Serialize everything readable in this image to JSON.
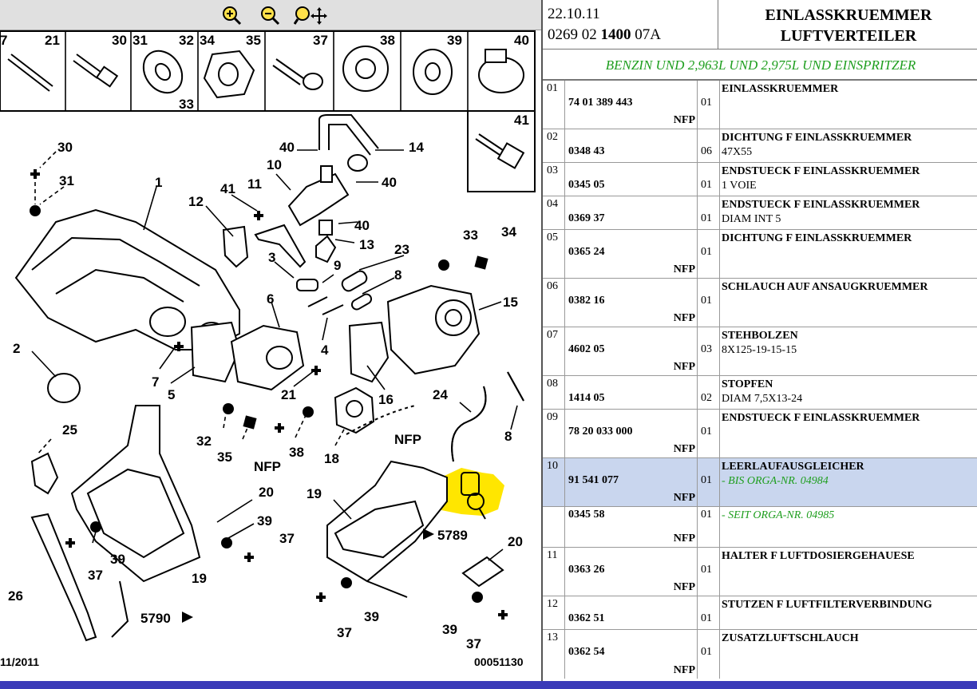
{
  "toolbar": {
    "zoom_in_icon": "zoom-in-icon",
    "zoom_out_icon": "zoom-out-icon",
    "pan_icon": "zoom-move-icon"
  },
  "diagram": {
    "callouts_top": [
      "7",
      "21",
      "30",
      "31",
      "32",
      "34",
      "35",
      "37",
      "38",
      "39",
      "40",
      "33",
      "41"
    ],
    "callouts_main": [
      "30",
      "31",
      "1",
      "12",
      "41",
      "11",
      "40",
      "10",
      "14",
      "40",
      "40",
      "13",
      "23",
      "33",
      "34",
      "3",
      "9",
      "8",
      "15",
      "6",
      "2",
      "7",
      "5",
      "4",
      "21",
      "16",
      "24",
      "8",
      "25",
      "32",
      "35",
      "NFP",
      "38",
      "18",
      "NFP",
      "20",
      "19",
      "39",
      "37",
      "39",
      "37",
      "19",
      "5789",
      "20",
      "26",
      "5790",
      "37",
      "39",
      "39",
      "37"
    ],
    "footer_left": "11/2011",
    "footer_right": "00051130",
    "ref_5789": "5789",
    "ref_5790": "5790",
    "highlight_color": "#ffe600"
  },
  "header": {
    "date": "22.10.11",
    "code_a": "0269 02",
    "code_b": "1400",
    "code_c": "07A",
    "title_line1": "EINLASSKRUEMMER",
    "title_line2": "LUFTVERTEILER"
  },
  "subtitle": "BENZIN UND 2,963L UND 2,975L UND EINSPRITZER",
  "parts": [
    {
      "idx": "01",
      "ref": "74 01 389 443",
      "nfp": "NFP",
      "qty": "01",
      "name": "EINLASSKRUEMMER",
      "sub": ""
    },
    {
      "idx": "02",
      "ref": "0348 43",
      "nfp": "",
      "qty": "06",
      "name": "DICHTUNG F EINLASSKRUEMMER",
      "sub": "47X55"
    },
    {
      "idx": "03",
      "ref": "0345 05",
      "nfp": "",
      "qty": "01",
      "name": "ENDSTUECK F EINLASSKRUEMMER",
      "sub": "1 VOIE"
    },
    {
      "idx": "04",
      "ref": "0369 37",
      "nfp": "",
      "qty": "01",
      "name": "ENDSTUECK F EINLASSKRUEMMER",
      "sub": "DIAM INT 5"
    },
    {
      "idx": "05",
      "ref": "0365 24",
      "nfp": "NFP",
      "qty": "01",
      "name": "DICHTUNG F EINLASSKRUEMMER",
      "sub": ""
    },
    {
      "idx": "06",
      "ref": "0382 16",
      "nfp": "NFP",
      "qty": "01",
      "name": "SCHLAUCH AUF ANSAUGKRUEMMER",
      "sub": ""
    },
    {
      "idx": "07",
      "ref": "4602 05",
      "nfp": "NFP",
      "qty": "03",
      "name": "STEHBOLZEN",
      "sub": "8X125-19-15-15"
    },
    {
      "idx": "08",
      "ref": "1414 05",
      "nfp": "",
      "qty": "02",
      "name": "STOPFEN",
      "sub": "DIAM 7,5X13-24"
    },
    {
      "idx": "09",
      "ref": "78 20 033 000",
      "nfp": "NFP",
      "qty": "01",
      "name": "ENDSTUECK F EINLASSKRUEMMER",
      "sub": ""
    },
    {
      "idx": "10",
      "ref": "91 541 077",
      "nfp": "NFP",
      "qty": "01",
      "name": "LEERLAUFAUSGLEICHER",
      "green": "- BIS ORGA-NR. 04984"
    },
    {
      "idx": "",
      "ref": "0345 58",
      "nfp": "NFP",
      "qty": "01",
      "name": "",
      "green": "- SEIT ORGA-NR. 04985"
    },
    {
      "idx": "11",
      "ref": "0363 26",
      "nfp": "NFP",
      "qty": "01",
      "name": "HALTER F LUFTDOSIERGEHAUESE",
      "sub": ""
    },
    {
      "idx": "12",
      "ref": "0362 51",
      "nfp": "",
      "qty": "01",
      "name": "STUTZEN F LUFTFILTERVERBINDUNG",
      "sub": ""
    },
    {
      "idx": "13",
      "ref": "0362 54",
      "nfp": "NFP",
      "qty": "01",
      "name": "ZUSATZLUFTSCHLAUCH",
      "sub": ""
    }
  ]
}
